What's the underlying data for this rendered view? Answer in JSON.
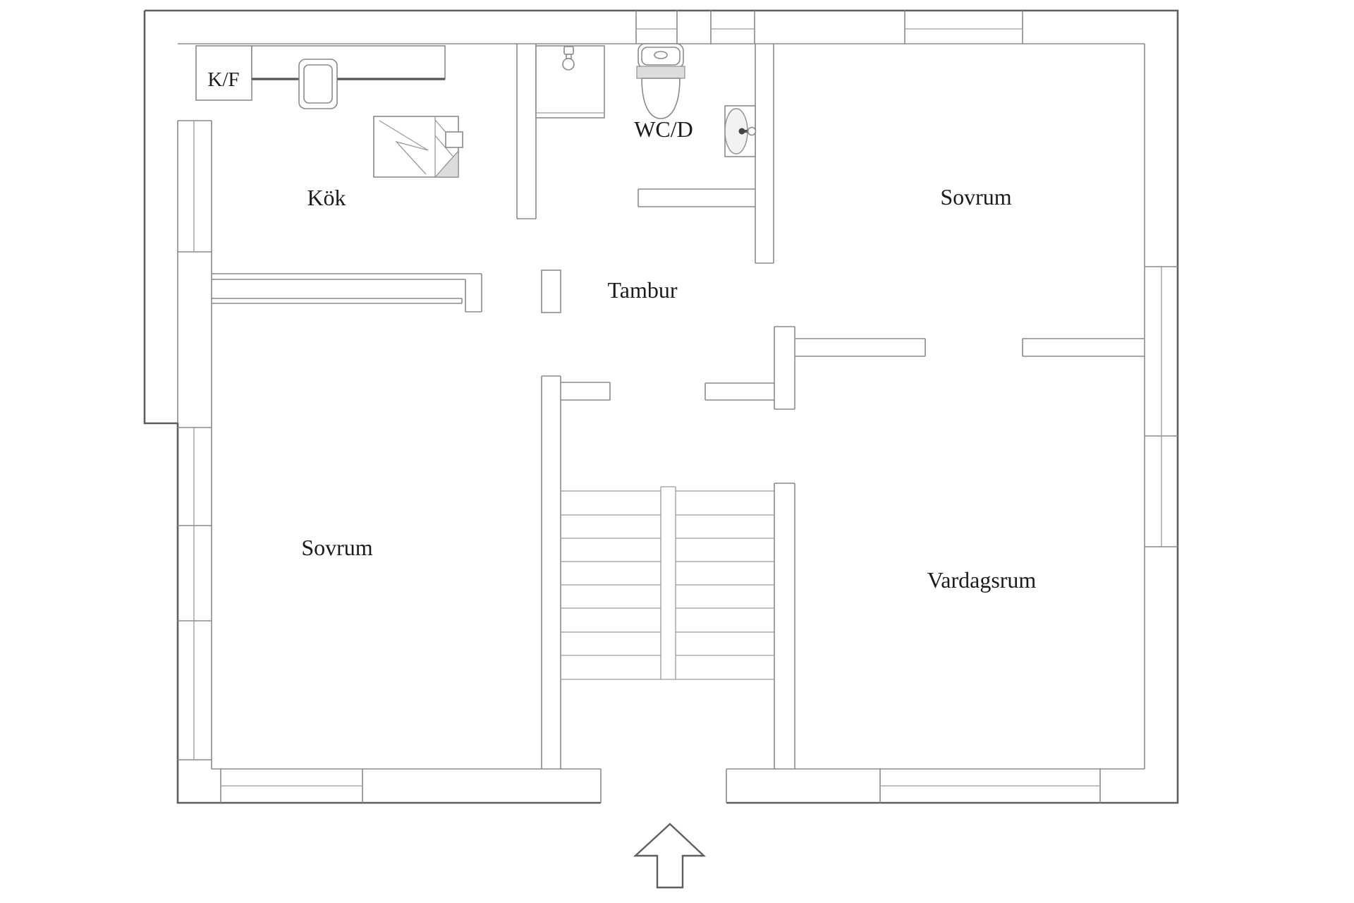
{
  "plan": {
    "type": "floor-plan",
    "language": "Swedish",
    "rooms": {
      "kf": {
        "label": "K/F",
        "meaning": "fridge/freezer"
      },
      "kok": {
        "label": "Kök",
        "meaning": "kitchen"
      },
      "wcd": {
        "label": "WC/D",
        "meaning": "toilet/shower"
      },
      "sovrum_ne": {
        "label": "Sovrum",
        "meaning": "bedroom (top right)"
      },
      "tambur": {
        "label": "Tambur",
        "meaning": "entrance hall"
      },
      "sovrum_sw": {
        "label": "Sovrum",
        "meaning": "bedroom (bottom left)"
      },
      "vardagsrum": {
        "label": "Vardagsrum",
        "meaning": "living room"
      }
    },
    "fixtures": [
      "fridge-freezer-cabinet",
      "kitchen-counter-with-sink",
      "stove-fireplace",
      "shower-cabin",
      "toilet",
      "washbasin",
      "double-flight-staircase",
      "entrance-opening",
      "north-entrance-arrow",
      "windows-top-right-bottom-left-walls"
    ],
    "colors": {
      "background": "#ffffff",
      "outer_wall_line": "#5f5f5f",
      "inner_wall_line": "#8a8a8a",
      "fixture_fill": "#f2f2f2",
      "shade_fill": "#dcdcdc",
      "text": "#1b1b1b"
    }
  }
}
